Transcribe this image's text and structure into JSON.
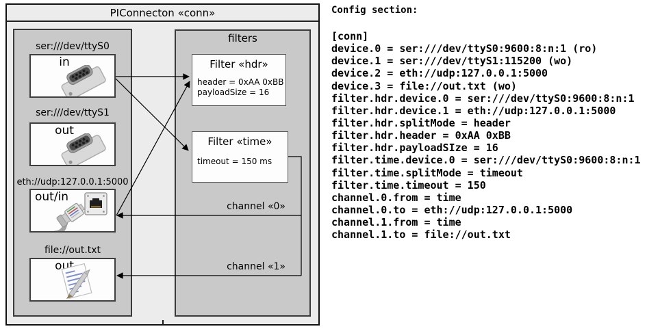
{
  "colors": {
    "outer_fill": "#ececec",
    "container_fill": "#c9c9c9",
    "box_fill": "#fdfdfd",
    "border_dark": "#111111",
    "text": "#000000"
  },
  "diagram": {
    "title": "PIConnecton «conn»",
    "devices": [
      {
        "label": "ser:///dev/ttyS0",
        "direction": "in",
        "icon": "serial-connector"
      },
      {
        "label": "ser:///dev/ttyS1",
        "direction": "out",
        "icon": "serial-connector"
      },
      {
        "label": "eth://udp:127.0.0.1:5000",
        "direction": "out/in",
        "icon": "ethernet-jack-and-plug"
      },
      {
        "label": "file://out.txt",
        "direction": "out",
        "icon": "notepad"
      }
    ],
    "filters_label": "filters",
    "filters": [
      {
        "title": "Filter «hdr»",
        "params": [
          "header = 0xAA 0xBB",
          "payloadSize = 16"
        ]
      },
      {
        "title": "Filter «time»",
        "params": [
          "timeout = 150 ms"
        ]
      }
    ],
    "channels": [
      {
        "label": "channel «0»"
      },
      {
        "label": "channel «1»"
      }
    ]
  },
  "config": {
    "title": "Config section:",
    "lines": [
      "[conn]",
      "device.0 = ser:///dev/ttyS0:9600:8:n:1 (ro)",
      "device.1 = ser:///dev/ttyS1:115200 (wo)",
      "device.2 = eth://udp:127.0.0.1:5000",
      "device.3 = file://out.txt (wo)",
      "filter.hdr.device.0 = ser:///dev/ttyS0:9600:8:n:1",
      "filter.hdr.device.1 = eth://udp:127.0.0.1:5000",
      "filter.hdr.splitMode = header",
      "filter.hdr.header = 0xAA 0xBB",
      "filter.hdr.payloadSIze = 16",
      "filter.time.device.0 = ser:///dev/ttyS0:9600:8:n:1",
      "filter.time.splitMode = timeout",
      "filter.time.timeout = 150",
      "channel.0.from = time",
      "channel.0.to = eth://udp:127.0.0.1:5000",
      "channel.1.from = time",
      "channel.1.to = file://out.txt"
    ]
  }
}
